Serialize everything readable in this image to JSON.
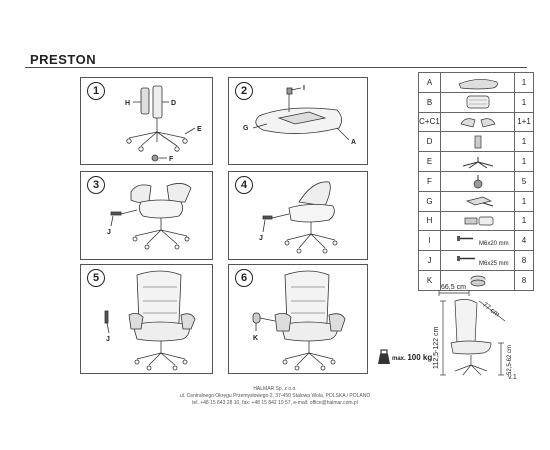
{
  "title": "PRESTON",
  "steps": [
    {
      "number": "1",
      "labels": [
        "H",
        "D",
        "E",
        "F"
      ]
    },
    {
      "number": "2",
      "labels": [
        "I",
        "G",
        "A"
      ]
    },
    {
      "number": "3",
      "labels": [
        "J"
      ]
    },
    {
      "number": "4",
      "labels": [
        "J"
      ]
    },
    {
      "number": "5",
      "labels": [
        "J"
      ]
    },
    {
      "number": "6",
      "labels": [
        "K"
      ]
    }
  ],
  "parts": [
    {
      "key": "A",
      "qty": "1",
      "icon": "seat-cushion-icon"
    },
    {
      "key": "B",
      "qty": "1",
      "icon": "backrest-icon"
    },
    {
      "key": "C+C1",
      "qty": "1+1",
      "icon": "armrests-icon"
    },
    {
      "key": "D",
      "qty": "1",
      "icon": "gas-lift-icon"
    },
    {
      "key": "E",
      "qty": "1",
      "icon": "star-base-icon"
    },
    {
      "key": "F",
      "qty": "5",
      "icon": "caster-icon"
    },
    {
      "key": "G",
      "qty": "1",
      "icon": "mechanism-icon"
    },
    {
      "key": "H",
      "qty": "1",
      "icon": "lift-cover-icon"
    },
    {
      "key": "I",
      "qty": "4",
      "icon": "bolt-icon",
      "note": "M6x20 mm"
    },
    {
      "key": "J",
      "qty": "8",
      "icon": "bolt-icon",
      "note": "M6x25 mm"
    },
    {
      "key": "K",
      "qty": "8",
      "icon": "washer-icon"
    }
  ],
  "dimensions": {
    "width": "66,5 cm",
    "depth": "77 cm",
    "height": "112,5-122 cm",
    "seat": "52,5-62 cm"
  },
  "max_load": {
    "label": "max.",
    "value": "100 kg"
  },
  "version": "v.1",
  "footer": {
    "company": "HALMAR Sp. z o.o.",
    "address": "ul. Centralnego Okręgu Przemysłowego 2, 37-450 Stalowa Wola, POLSKA / POLAND",
    "contact": "tel. +48 15 843 28 10, fax: +48 15 842 19 57, e-mail: office@halmar.com.pl"
  }
}
